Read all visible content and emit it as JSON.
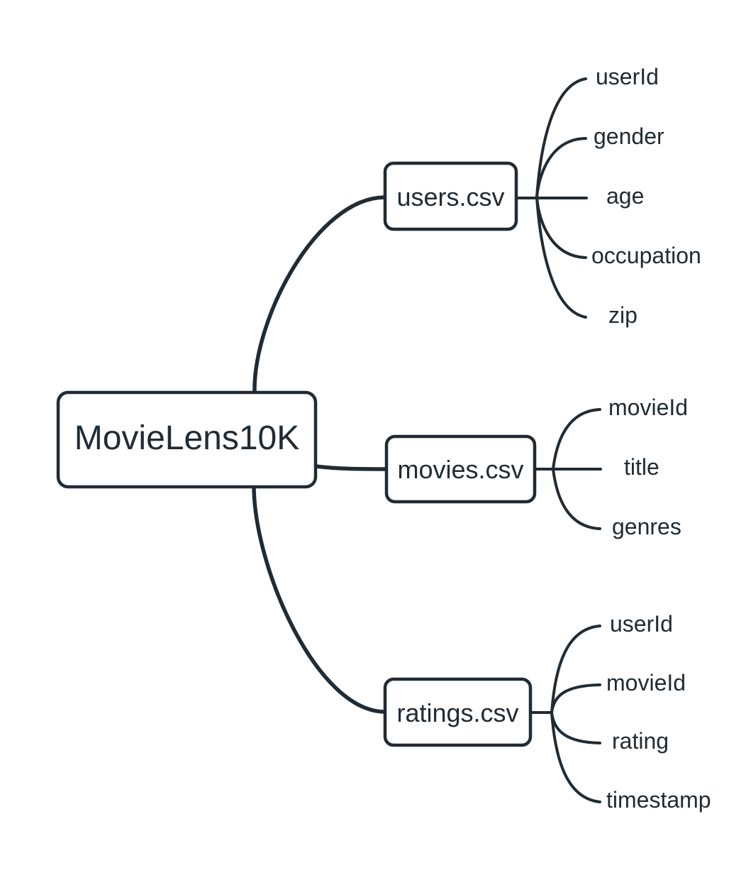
{
  "diagram": {
    "colors": {
      "ink": "#212b33",
      "background": "#ffffff",
      "node_fill": "#ffffff"
    },
    "root": {
      "label": "MovieLens10K"
    },
    "files": [
      {
        "label": "users.csv",
        "fields": [
          "userId",
          "gender",
          "age",
          "occupation",
          "zip"
        ]
      },
      {
        "label": "movies.csv",
        "fields": [
          "movieId",
          "title",
          "genres"
        ]
      },
      {
        "label": "ratings.csv",
        "fields": [
          "userId",
          "movieId",
          "rating",
          "timestamp"
        ]
      }
    ]
  }
}
